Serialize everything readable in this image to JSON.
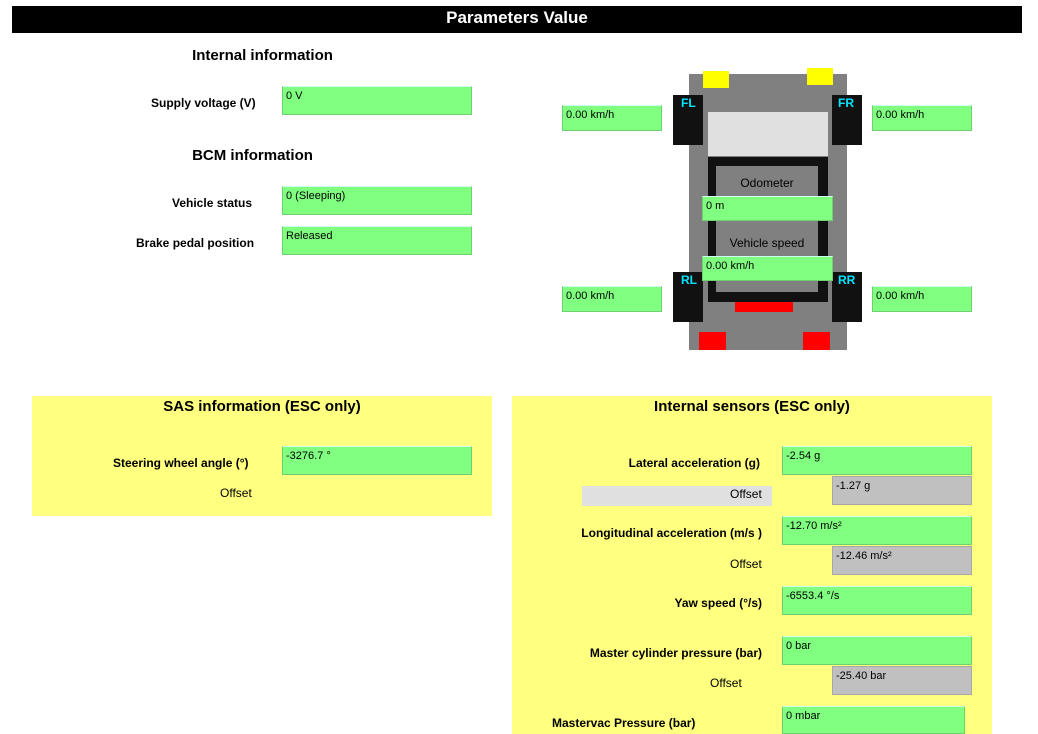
{
  "window_title": "Parameters Value",
  "internal": {
    "title": "Internal information",
    "supply_voltage_label": "Supply voltage (V)",
    "supply_voltage_value": "0 V"
  },
  "bcm": {
    "title": "BCM information",
    "vehicle_status_label": "Vehicle status",
    "vehicle_status_value": "0 (Sleeping)",
    "brake_pedal_label": "Brake pedal position",
    "brake_pedal_value": "Released"
  },
  "car": {
    "fl_label": "FL",
    "fr_label": "FR",
    "rl_label": "RL",
    "rr_label": "RR",
    "fl_speed": "0.00 km/h",
    "fr_speed": "0.00 km/h",
    "rl_speed": "0.00 km/h",
    "rr_speed": "0.00 km/h",
    "odometer_label": "Odometer",
    "odometer_value": "0 m",
    "vehicle_speed_label": "Vehicle speed",
    "vehicle_speed_value": "0.00 km/h"
  },
  "sas": {
    "title": "SAS information (ESC only)",
    "steering_label": "Steering wheel angle (°)",
    "steering_value": "-3276.7 °",
    "offset_label": "Offset"
  },
  "sensors": {
    "title": "Internal sensors (ESC only)",
    "lateral_label": "Lateral acceleration (g)",
    "lateral_value": "-2.54 g",
    "lateral_offset_label": "Offset",
    "lateral_offset_value": "-1.27 g",
    "longitudinal_label": "Longitudinal acceleration (m/s )",
    "longitudinal_value": "-12.70 m/s²",
    "longitudinal_offset_label": "Offset",
    "longitudinal_offset_value": "-12.46 m/s²",
    "yaw_label": "Yaw speed (°/s)",
    "yaw_value": "-6553.4 °/s",
    "master_cyl_label": "Master cylinder pressure (bar)",
    "master_cyl_value": "0 bar",
    "master_cyl_offset_label": "Offset",
    "master_cyl_offset_value": "-25.40 bar",
    "mastervac_label": "Mastervac Pressure (bar)",
    "mastervac_value": "0 mbar"
  },
  "colors": {
    "field_green": "#80ff80",
    "panel_yellow": "#ffff80",
    "tire_label_cyan": "#00e5ff"
  }
}
